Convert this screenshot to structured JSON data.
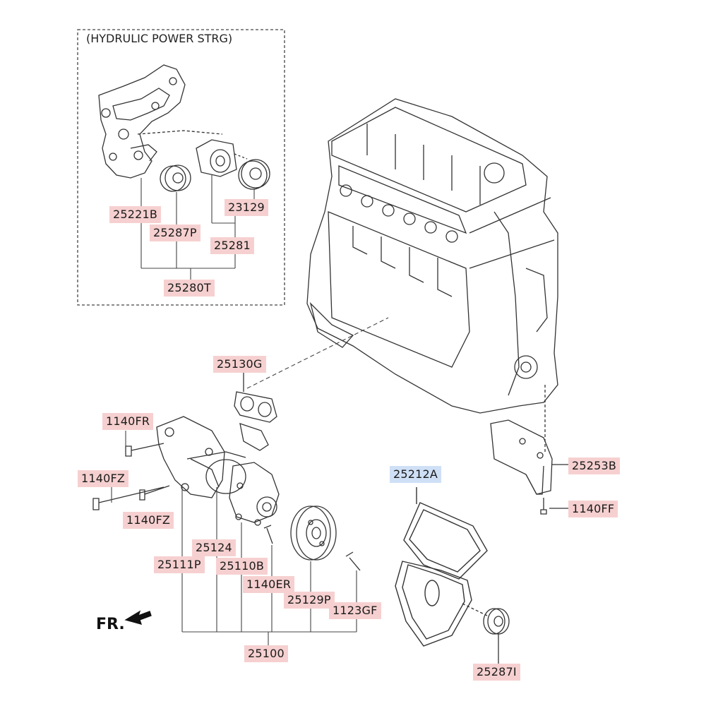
{
  "diagram": {
    "inset_caption": "(HYDRULIC POWER STRG)",
    "direction_label": "FR.",
    "highlight_color": "#cfe0f6",
    "label_color": "#f6d0d0",
    "part_labels": {
      "p25221B": "25221B",
      "p23129": "23129",
      "p25287P": "25287P",
      "p25281": "25281",
      "p25280T": "25280T",
      "p25130G": "25130G",
      "p1140FR": "1140FR",
      "p1140FZ_a": "1140FZ",
      "p1140FZ_b": "1140FZ",
      "p25212A": "25212A",
      "p25253B": "25253B",
      "p1140FF": "1140FF",
      "p25124": "25124",
      "p25111P": "25111P",
      "p25110B": "25110B",
      "p1140ER": "1140ER",
      "p25129P": "25129P",
      "p1123GF": "1123GF",
      "p25100": "25100",
      "p25287I": "25287I"
    }
  }
}
